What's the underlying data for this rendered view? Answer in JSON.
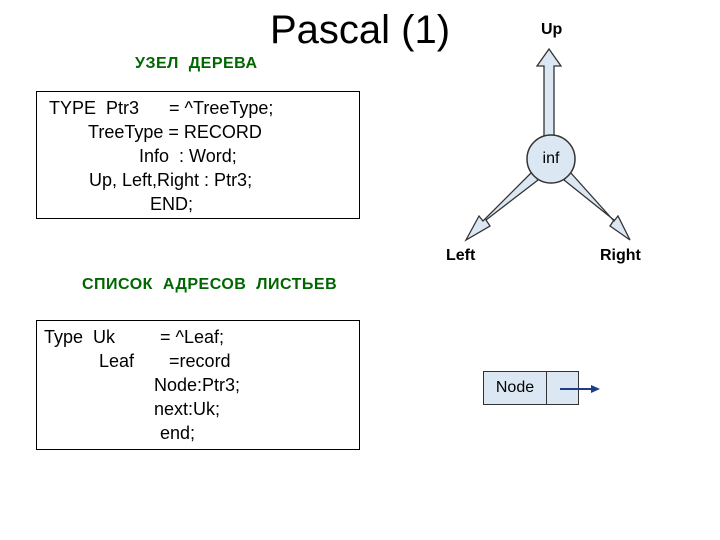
{
  "title": "Pascal (1)",
  "tree_node_section": {
    "heading": "УЗЕЛ  ДЕРЕВА",
    "code_lines": [
      "TYPE  Ptr3      = ^TreeType;",
      "TreeType = RECORD",
      "Info  : Word;",
      "Up, Left,Right : Ptr3;",
      "END;"
    ]
  },
  "leaf_list_section": {
    "heading": "СПИСОК  АДРЕСОВ  ЛИСТЬЕВ",
    "code_lines": [
      "Type  Uk         = ^Leaf;",
      "Leaf       =record",
      "Node:Ptr3;",
      "next:Uk;",
      "end;"
    ]
  },
  "tree_diagram": {
    "center_label": "inf",
    "up_label": "Up",
    "left_label": "Left",
    "right_label": "Right",
    "arrow_fill": "#dbe7f2",
    "circle_fill": "#dbe7f2"
  },
  "list_node": {
    "label": "Node",
    "fill": "#dbe7f2",
    "pointer_color": "#1f3c88"
  },
  "colors": {
    "heading": "#006600",
    "text": "#000000"
  }
}
